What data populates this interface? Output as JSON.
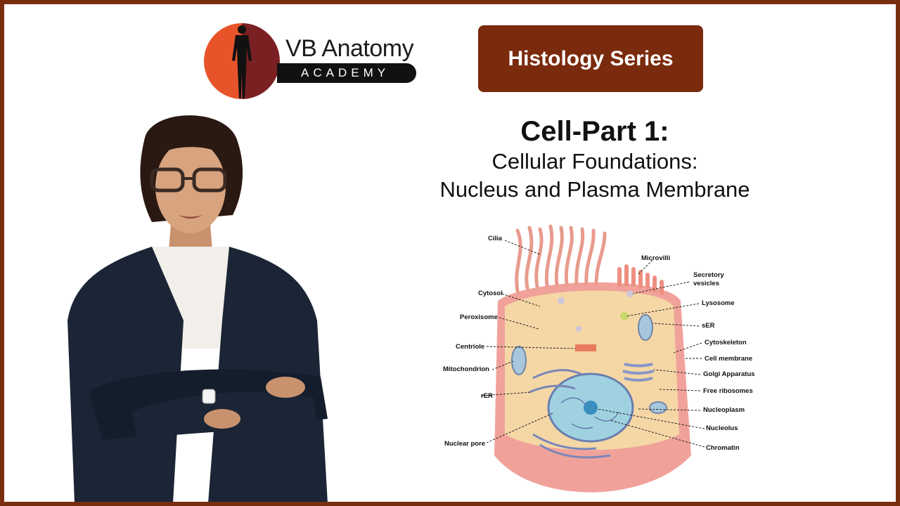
{
  "brand": {
    "name": "VB Anatomy",
    "subtitle": "ACADEMY",
    "colors": {
      "orange": "#e8542a",
      "maroon": "#7a1f22",
      "dark": "#111111"
    }
  },
  "series": {
    "label": "Histology Series",
    "color": "#7a2a0d"
  },
  "title": {
    "main": "Cell-Part 1:",
    "sub1": "Cellular Foundations:",
    "sub2": "Nucleus and Plasma Membrane"
  },
  "presenter": {
    "icon": "person-photo"
  },
  "diagram": {
    "labels_left": [
      "Cilia",
      "Cytosol",
      "Peroxisome",
      "Centriole",
      "Mitochondrion",
      "rER",
      "Nuclear pore"
    ],
    "labels_right": [
      "Microvilli",
      "Secretory vesicles",
      "Lysosome",
      "sER",
      "Cytoskeleton",
      "Cell membrane",
      "Golgi Apparatus",
      "Free ribosomes",
      "Nucleoplasm",
      "Nucleolus",
      "Chromatin"
    ]
  }
}
